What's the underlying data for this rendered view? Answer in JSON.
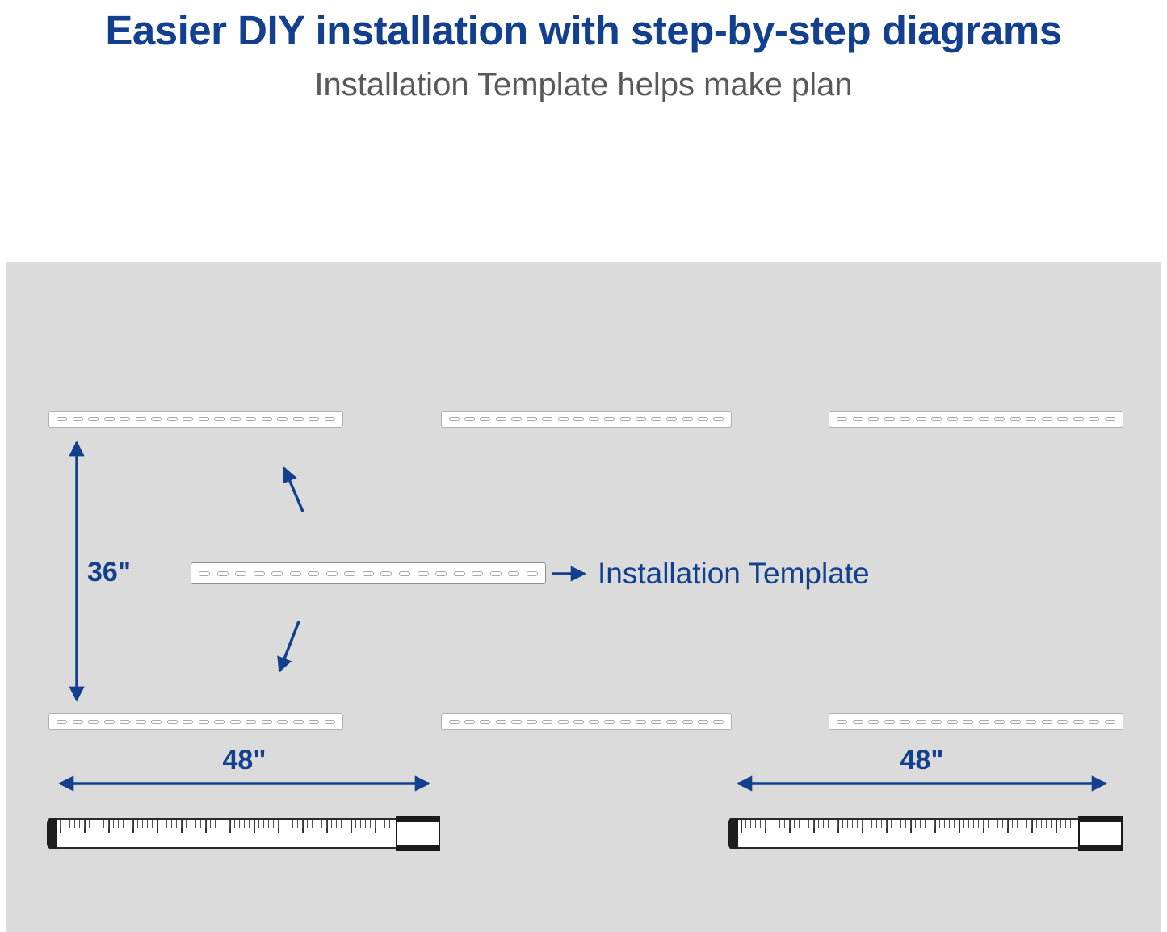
{
  "header": {
    "title": "Easier DIY installation with step-by-step diagrams",
    "subtitle": "Installation Template helps make plan"
  },
  "diagram": {
    "labels": {
      "vertical_dimension": "36\"",
      "template": "Installation Template",
      "left_width": "48\"",
      "right_width": "48\""
    },
    "colors": {
      "accent_navy": "#123f8e",
      "wall_gray": "#dbdbdb",
      "subtitle_gray": "#595959"
    },
    "icons": {
      "double-arrow-vertical-icon": "↕",
      "double-arrow-horizontal-icon": "↔",
      "arrow-right-icon": "→",
      "arrow-up-left-icon": "↖",
      "arrow-down-left-icon": "↙",
      "tape-hook-icon": "▮",
      "tape-case-icon": "▯"
    }
  }
}
